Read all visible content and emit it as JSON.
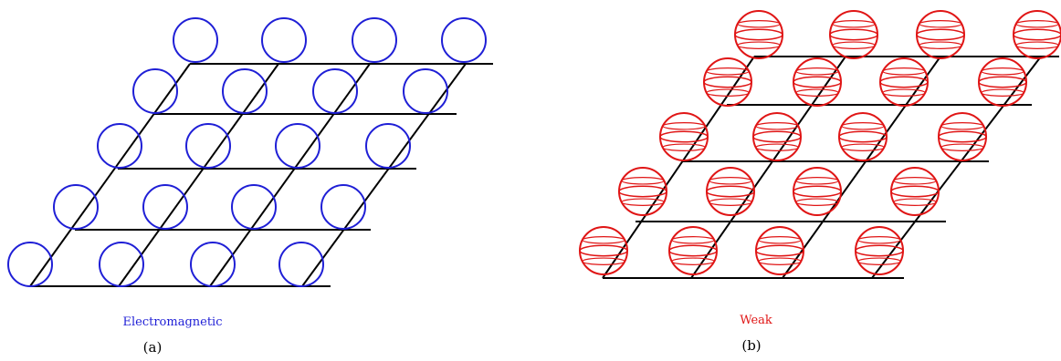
{
  "panels": [
    {
      "id": "a",
      "caption": "Electromagnetic",
      "label": "(a)",
      "color": "#1f1fd6",
      "sphere_style": "plain-circle"
    },
    {
      "id": "b",
      "caption": "Weak",
      "label": "(b)",
      "color": "#e01515",
      "sphere_style": "circle-with-latitude-lines"
    }
  ],
  "lattice_line_color": "#000000"
}
